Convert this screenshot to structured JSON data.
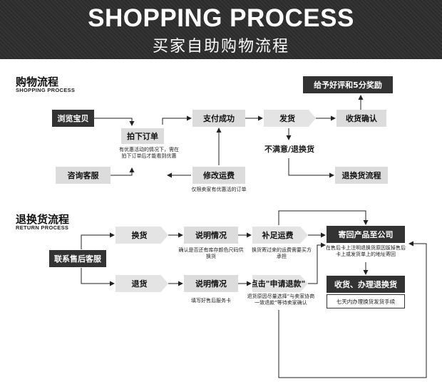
{
  "banner": {
    "title": "SHOPPING PROCESS",
    "subtitle": "买家自助购物流程"
  },
  "section1": {
    "title": "购物流程",
    "subtitle": "SHOPPING PROCESS",
    "browse": "浏览宝贝",
    "order": "拍下订单",
    "order_note": "有优惠活动的情况下，需在拍下订单后才能看到优惠",
    "consult": "咨询客服",
    "modify_shipping": "修改运费",
    "modify_note": "仅限卖家有优惠活的订单",
    "payment": "支付成功",
    "ship": "发货",
    "confirm": "收货确认",
    "reward": "给予好评和5分奖励",
    "unsatisfied": "不满意/退换货",
    "return_process": "退换货流程"
  },
  "section2": {
    "title": "退换货流程",
    "subtitle": "RETURN PROCESS",
    "contact": "联系售后客服",
    "exchange": "换货",
    "explain1": "说明情况",
    "explain1_note": "确认是否还有库存颜色尺码供换货",
    "supplement": "补足运费",
    "supplement_note": "换货寄过来的运费需要买方承担",
    "send_back": "寄回产品至公司",
    "send_back_note": "在售后卡上注明退换货原因拔掉售后卡上或发货单上的地址寄回",
    "refund": "退货",
    "explain2": "说明情况",
    "explain2_note": "填写好售后服务卡",
    "apply_refund": "点击\"申请退款\"",
    "apply_note": "退货原因尽量选择“与卖家协商一致退款”等待卖家确认",
    "receive": "收货、办理退换货",
    "receive_note": "七天内办理换货发货手续"
  }
}
